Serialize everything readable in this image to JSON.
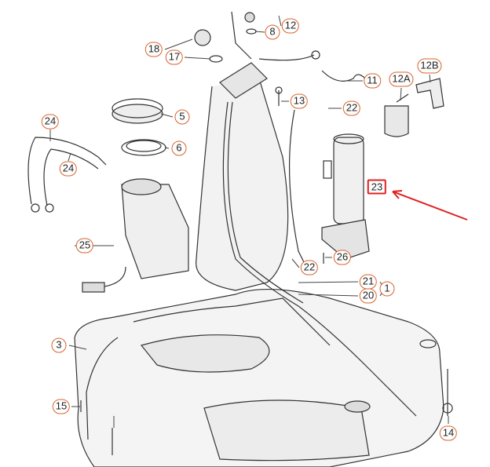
{
  "diagram": {
    "title_hidden": null,
    "highlight_color": "#e02020",
    "callout_color": "#d9622b",
    "callouts": [
      "12",
      "8",
      "18",
      "17",
      "11",
      "12A",
      "12B",
      "13",
      "22",
      "5",
      "24",
      "6",
      "24",
      "23",
      "25",
      "26",
      "22",
      "21",
      "20",
      "1",
      "3",
      "15",
      "14"
    ],
    "highlighted_part": "23"
  }
}
